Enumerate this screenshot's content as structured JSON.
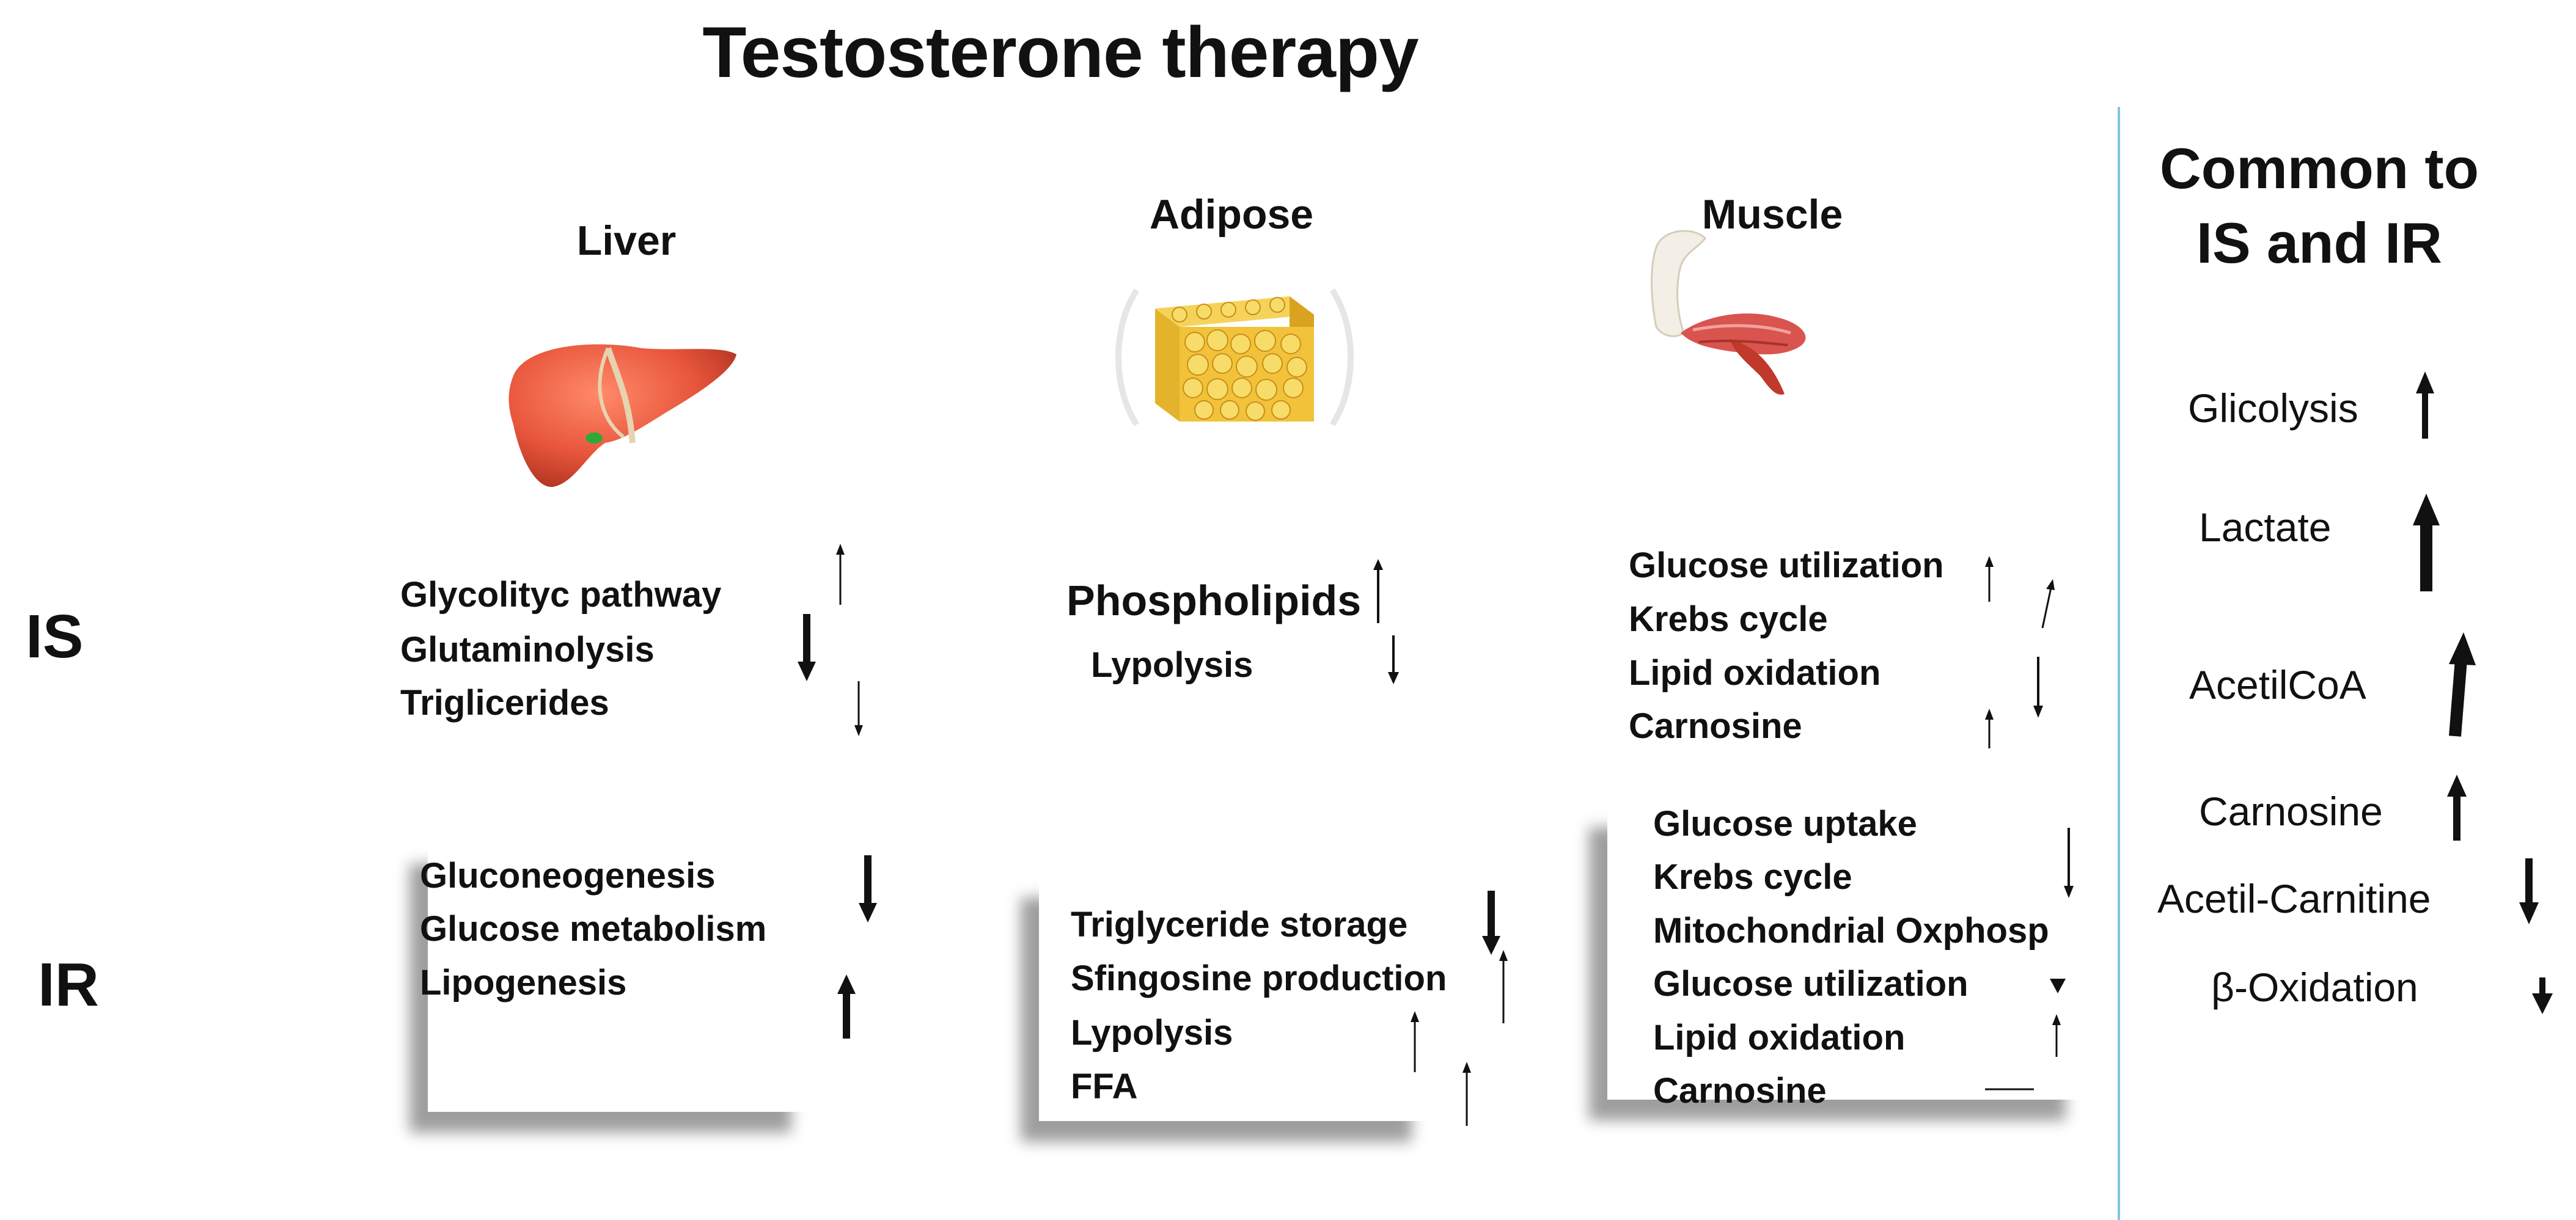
{
  "title": "Testosterone therapy",
  "columns": {
    "liver": "Liver",
    "adipose": "Adipose",
    "muscle": "Muscle"
  },
  "rows": {
    "is": "IS",
    "ir": "IR"
  },
  "liver": {
    "is_items": [
      "Glycolityc pathway",
      "Glutaminolysis",
      "Triglicerides"
    ],
    "ir_items": [
      "Gluconeogenesis",
      "Glucose  metabolism",
      "Lipogenesis"
    ]
  },
  "adipose": {
    "is_phospholipids": "Phospholipids",
    "is_lypolysis": "Lypolysis",
    "ir_items": [
      "Triglyceride  storage",
      "Sfingosine production",
      "Lypolysis",
      "FFA"
    ]
  },
  "muscle": {
    "is_items": [
      "Glucose  utilization",
      "Krebs cycle",
      "Lipid oxidation",
      "Carnosine"
    ],
    "ir_items": [
      "Glucose  uptake",
      "Krebs cycle",
      "Mitochondrial  Oxphosp",
      "Glucose  utilization",
      "Lipid oxidation",
      "Carnosine"
    ]
  },
  "common": {
    "title_line1": "Common to",
    "title_line2": "IS and IR",
    "items": [
      "Glicolysis",
      "Lactate",
      "AcetilCoA",
      "Carnosine",
      "Acetil-Carnitine",
      "β-Oxidation"
    ]
  },
  "colors": {
    "divider": "#7fc6e0",
    "liver": "#e8563c",
    "adipose": "#e8b42a",
    "muscle": "#d9534f"
  },
  "icons": [
    "liver-icon",
    "adipose-tissue-icon",
    "muscle-arm-icon"
  ]
}
